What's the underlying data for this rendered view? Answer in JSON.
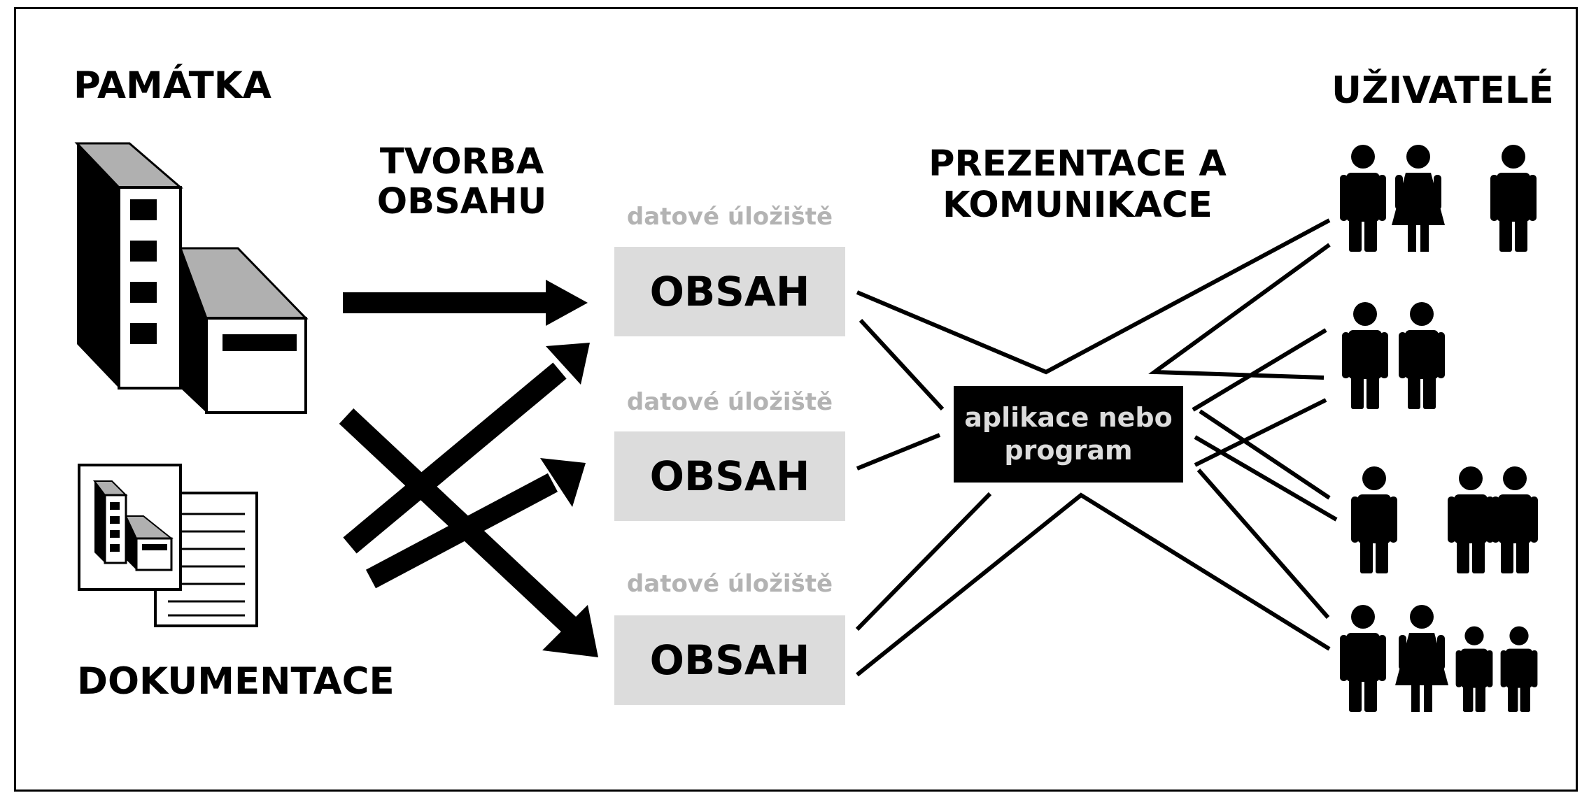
{
  "heading_monument": "PAMÁTKA",
  "heading_documentation": "DOKUMENTACE",
  "heading_creation": "TVORBA\nOBSAHU",
  "heading_presentation": "PREZENTACE A\nKOMUNIKACE",
  "heading_users": "UŽIVATELÉ",
  "storages": [
    {
      "caption": "datové úložiště",
      "content": "OBSAH"
    },
    {
      "caption": "datové úložiště",
      "content": "OBSAH"
    },
    {
      "caption": "datové úložiště",
      "content": "OBSAH"
    }
  ],
  "app_label": "aplikace nebo\nprogram",
  "icons": [
    "building-icon",
    "document-icon",
    "person-icon"
  ]
}
